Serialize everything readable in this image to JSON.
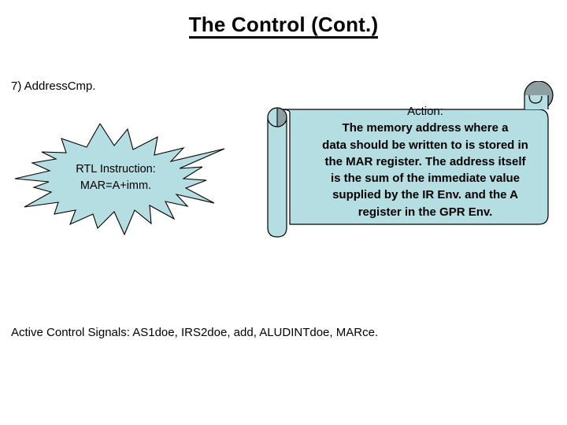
{
  "slide": {
    "title": "The Control (Cont.)",
    "step_label": "7) AddressCmp.",
    "active_signals": "Active Control Signals: AS1doe, IRS2doe, add, ALUDINTdoe, MARce."
  },
  "starburst": {
    "shape": "explosion-starburst",
    "fill_color": "#b5dee3",
    "stroke_color": "#000000",
    "text": "RTL Instruction:\nMAR=A+imm."
  },
  "scroll": {
    "shape": "horizontal-scroll-banner",
    "fill_color": "#b5dee3",
    "roll_shade_color": "#8d9fa3",
    "stroke_color": "#000000",
    "heading": "Action:",
    "body": "The memory address where a\ndata should be written to is stored in\nthe MAR register. The address itself\nis the sum of the immediate value\nsupplied by the IR Env. and the A\nregister in the GPR Env."
  }
}
